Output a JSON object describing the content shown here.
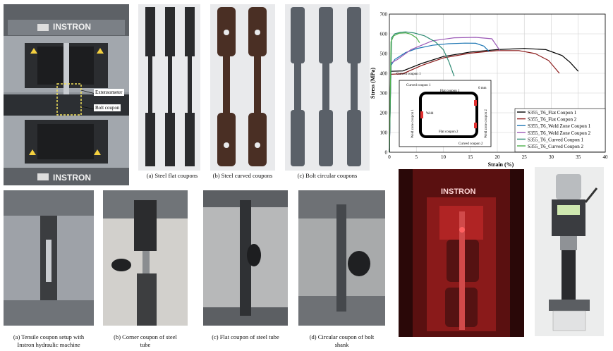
{
  "machine_photo": {
    "brand_top": "INSTRON",
    "brand_bottom": "INSTRON",
    "label_extensometer": "Extensometer",
    "label_bolt": "Bolt coupon"
  },
  "specimens": {
    "flat_caption": "(a) Steel flat coupons",
    "curved_caption": "(b) Steel curved coupons",
    "bolt_caption": "(c) Bolt circular coupons"
  },
  "bottom_captions": {
    "a_line1": "(a) Tensile coupon setup with",
    "a_line2": "Instron hydraulic machine",
    "b_line1": "(b) Corner coupon of steel",
    "b_line2": "tube",
    "c_line1": "(c) Flat coupon of steel tube",
    "d_line1": "(d) Circular coupon of bolt",
    "d_line2": "shank"
  },
  "red_machine": {
    "brand": "INSTRON"
  },
  "inset": {
    "curved1_top": "Curved coupon 1",
    "flat1": "Flat coupon 1",
    "dim": "6 mm",
    "weld_zone1": "Weld zone coupon 1",
    "weld": "Weld",
    "weld_zone2": "Weld zone coupon 2",
    "flat2": "Flat coupon 2",
    "curved2": "Curved coupon 2",
    "curved1_left": "Curved coupon 1"
  },
  "chart_data": {
    "type": "line",
    "xlabel": "Strain (%)",
    "ylabel": "Stress (MPa)",
    "xlim": [
      0,
      40
    ],
    "ylim": [
      0,
      700
    ],
    "xticks": [
      0,
      5,
      10,
      15,
      20,
      25,
      30,
      35,
      40
    ],
    "yticks": [
      0,
      100,
      200,
      300,
      400,
      500,
      600,
      700
    ],
    "grid": true,
    "legend_position": "bottom-right",
    "series": [
      {
        "name": "S355_T6_Flat Coupon 1",
        "color": "#000000",
        "x": [
          0,
          0.25,
          2.5,
          6,
          10,
          15,
          20,
          25,
          29,
          32,
          33.5,
          35
        ],
        "y": [
          0,
          410,
          412,
          450,
          485,
          508,
          520,
          526,
          520,
          490,
          455,
          410
        ]
      },
      {
        "name": "S355_T6_Flat Coupon 2",
        "color": "#8b1a1a",
        "x": [
          0,
          0.25,
          2.5,
          6,
          10,
          15,
          20,
          24,
          27,
          29.5,
          31.5
        ],
        "y": [
          0,
          395,
          398,
          440,
          478,
          502,
          515,
          515,
          500,
          465,
          400
        ]
      },
      {
        "name": "S355_T6_Weld Zone Coupon 1",
        "color": "#1f77b4",
        "x": [
          0,
          0.3,
          1,
          3,
          5,
          8,
          11,
          14,
          16,
          17.5,
          18.5
        ],
        "y": [
          0,
          440,
          470,
          505,
          525,
          542,
          550,
          553,
          552,
          538,
          510
        ]
      },
      {
        "name": "S355_T6_Weld Zone Coupon 2",
        "color": "#9b59b6",
        "x": [
          0,
          0.3,
          1.5,
          4,
          8,
          12,
          16,
          19,
          20.5
        ],
        "y": [
          0,
          452,
          470,
          520,
          565,
          580,
          582,
          575,
          515
        ]
      },
      {
        "name": "S355_T6_Curved Coupon 1",
        "color": "#2e8b74",
        "x": [
          0,
          0.4,
          1,
          2,
          3,
          4.5,
          6.5,
          8.5,
          10,
          11,
          12
        ],
        "y": [
          0,
          580,
          600,
          608,
          610,
          605,
          590,
          560,
          520,
          460,
          385
        ]
      },
      {
        "name": "S355_T6_Curved Coupon 2",
        "color": "#4daf4a",
        "x": [
          0,
          0.3,
          0.8,
          1.8,
          3,
          4,
          5,
          5.6
        ],
        "y": [
          0,
          560,
          590,
          603,
          605,
          598,
          580,
          555
        ]
      }
    ]
  }
}
